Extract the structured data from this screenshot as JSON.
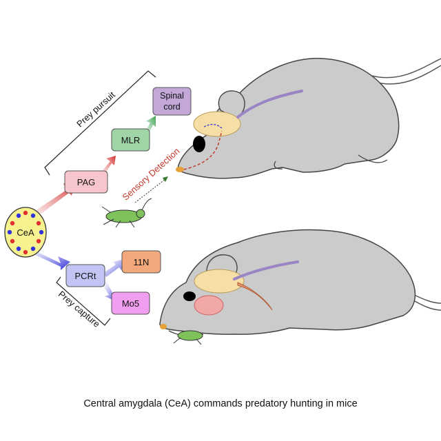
{
  "caption": "Central amygdala (CeA) commands predatory hunting in mice",
  "nodes": {
    "cea": {
      "label": "CeA"
    },
    "pag": {
      "label": "PAG"
    },
    "mlr": {
      "label": "MLR"
    },
    "spinal": {
      "label_line1": "Spinal",
      "label_line2": "cord"
    },
    "pcrt": {
      "label": "PCRt"
    },
    "n11": {
      "label": "11N"
    },
    "mo5": {
      "label": "Mo5"
    }
  },
  "brackets": {
    "pursuit": "Prey pursuit",
    "capture": "Prey capture"
  },
  "sensory_label": "Sensory Detection",
  "colors": {
    "pag": "#f7c6cc",
    "mlr": "#9fd5a7",
    "spinal": "#c2a7d7",
    "pcrt": "#c2c5f3",
    "n11": "#f2a87a",
    "mo5": "#f19ef0",
    "cea": "#f6f28f",
    "mouse": "#cbcbcb",
    "brain": "#f5dfa6",
    "cheek": "#f2a7a7",
    "cricket": "#7fc15a",
    "sensory": "#c0392b"
  }
}
